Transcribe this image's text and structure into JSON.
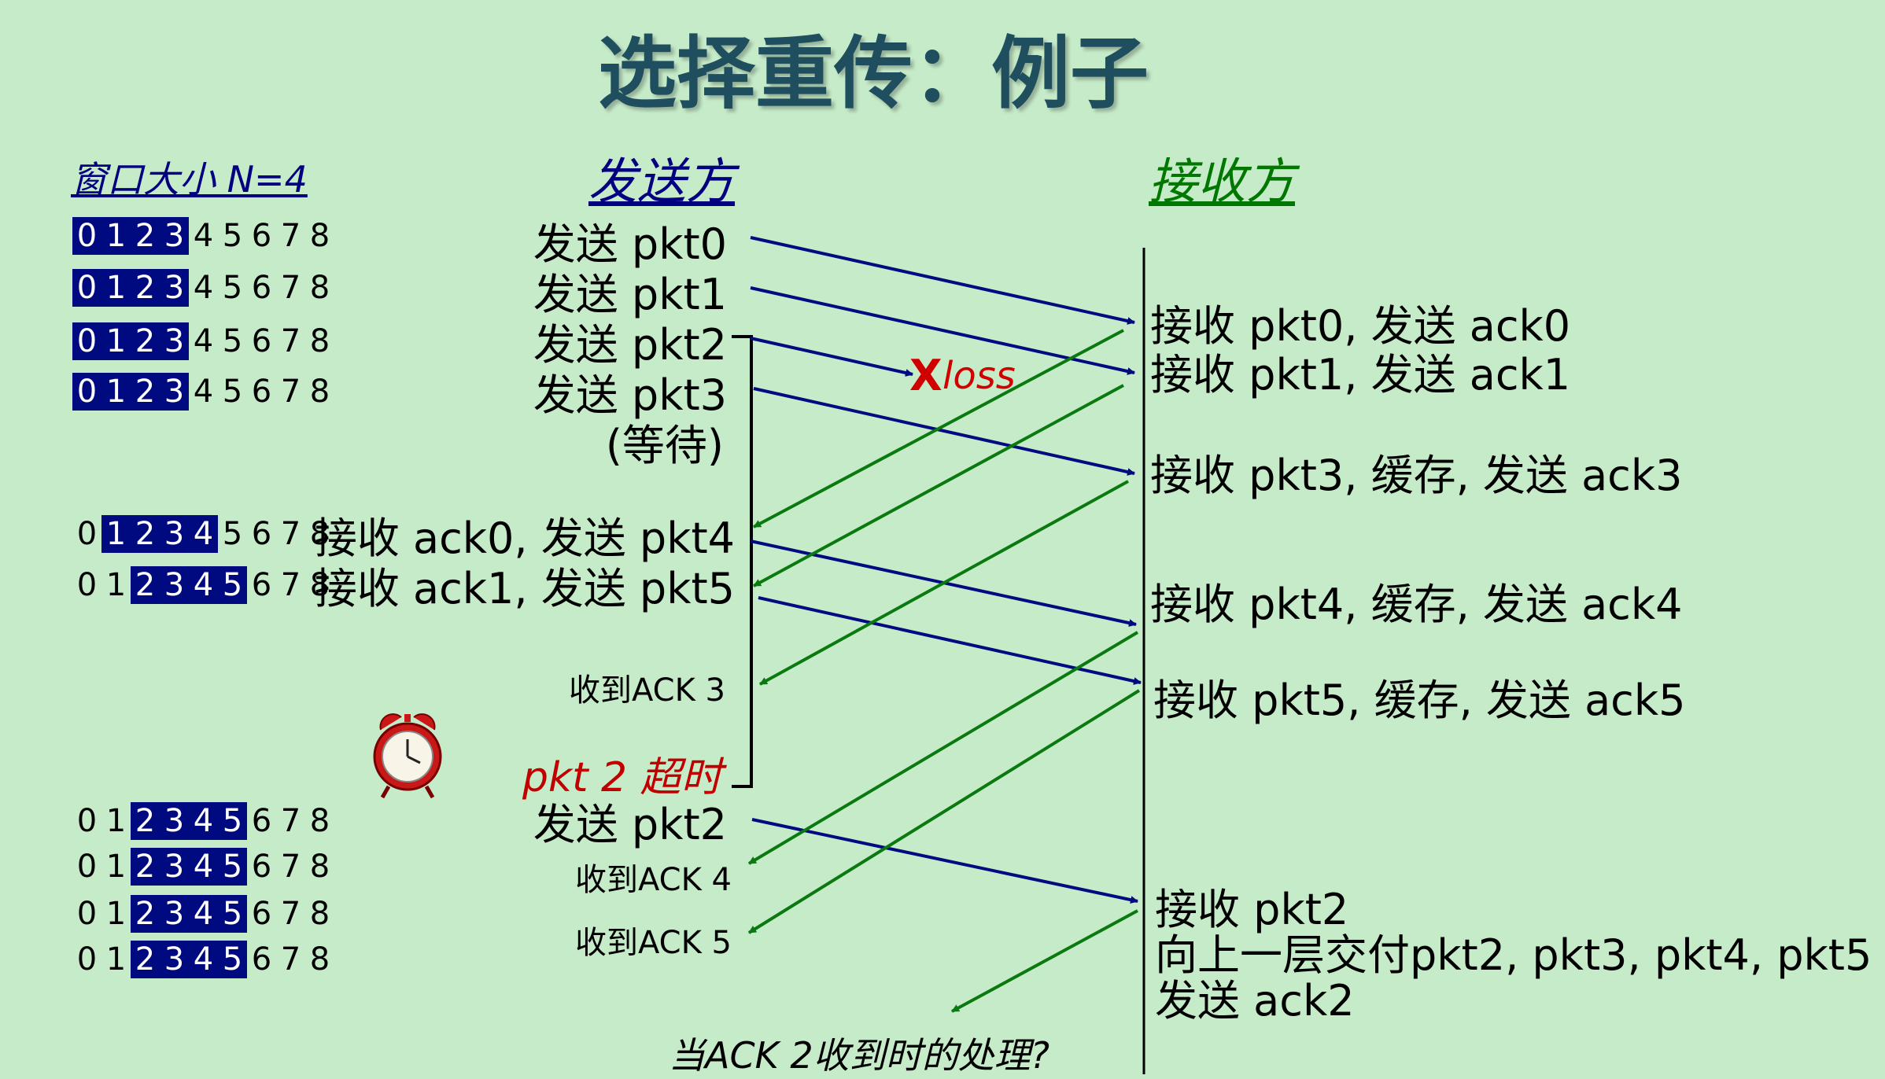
{
  "title": "选择重传：例子",
  "window_label": "窗口大小 N=4",
  "sender_heading": "发送方",
  "receiver_heading": "接收方",
  "window_rows": [
    {
      "numbers": [
        "0",
        "1",
        "2",
        "3",
        "4",
        "5",
        "6",
        "7",
        "8"
      ],
      "highlight_from": 0,
      "highlight_to": 3
    },
    {
      "numbers": [
        "0",
        "1",
        "2",
        "3",
        "4",
        "5",
        "6",
        "7",
        "8"
      ],
      "highlight_from": 0,
      "highlight_to": 3
    },
    {
      "numbers": [
        "0",
        "1",
        "2",
        "3",
        "4",
        "5",
        "6",
        "7",
        "8"
      ],
      "highlight_from": 0,
      "highlight_to": 3
    },
    {
      "numbers": [
        "0",
        "1",
        "2",
        "3",
        "4",
        "5",
        "6",
        "7",
        "8"
      ],
      "highlight_from": 0,
      "highlight_to": 3
    },
    {
      "numbers": [
        "0",
        "1",
        "2",
        "3",
        "4",
        "5",
        "6",
        "7",
        "8"
      ],
      "highlight_from": 1,
      "highlight_to": 4
    },
    {
      "numbers": [
        "0",
        "1",
        "2",
        "3",
        "4",
        "5",
        "6",
        "7",
        "8"
      ],
      "highlight_from": 2,
      "highlight_to": 5
    },
    {
      "numbers": [
        "0",
        "1",
        "2",
        "3",
        "4",
        "5",
        "6",
        "7",
        "8"
      ],
      "highlight_from": 2,
      "highlight_to": 5
    },
    {
      "numbers": [
        "0",
        "1",
        "2",
        "3",
        "4",
        "5",
        "6",
        "7",
        "8"
      ],
      "highlight_from": 2,
      "highlight_to": 5
    },
    {
      "numbers": [
        "0",
        "1",
        "2",
        "3",
        "4",
        "5",
        "6",
        "7",
        "8"
      ],
      "highlight_from": 2,
      "highlight_to": 5
    },
    {
      "numbers": [
        "0",
        "1",
        "2",
        "3",
        "4",
        "5",
        "6",
        "7",
        "8"
      ],
      "highlight_from": 2,
      "highlight_to": 5
    }
  ],
  "sender_events": [
    "发送   pkt0",
    "发送   pkt1",
    "发送   pkt2",
    "发送   pkt3",
    "(等待)",
    "接收 ack0, 发送 pkt4",
    "接收 ack1, 发送 pkt5",
    "收到ACK 3",
    "发送   pkt2",
    "收到ACK 4",
    "收到ACK 5"
  ],
  "loss_marker": "X",
  "loss_text": "loss",
  "timeout_label": "pkt 2 超时",
  "receiver_events": [
    "接收 pkt0, 发送 ack0",
    "接收 pkt1, 发送 ack1",
    "接收 pkt3, 缓存, 发送 ack3",
    "接收 pkt4, 缓存, 发送 ack4",
    "接收 pkt5, 缓存, 发送 ack5",
    "接收 pkt2",
    "向上一层交付pkt2, pkt3, pkt4, pkt5",
    "发送 ack2"
  ],
  "question": "当ACK 2收到时的处理?",
  "colors": {
    "background": "#c6ebc9",
    "data_arrow": "#000a80",
    "ack_arrow": "#0a7a10",
    "window_highlight": "#000a80",
    "loss": "#d00000",
    "timeout": "#c00000"
  },
  "icons": [
    "alarm-clock-icon"
  ]
}
